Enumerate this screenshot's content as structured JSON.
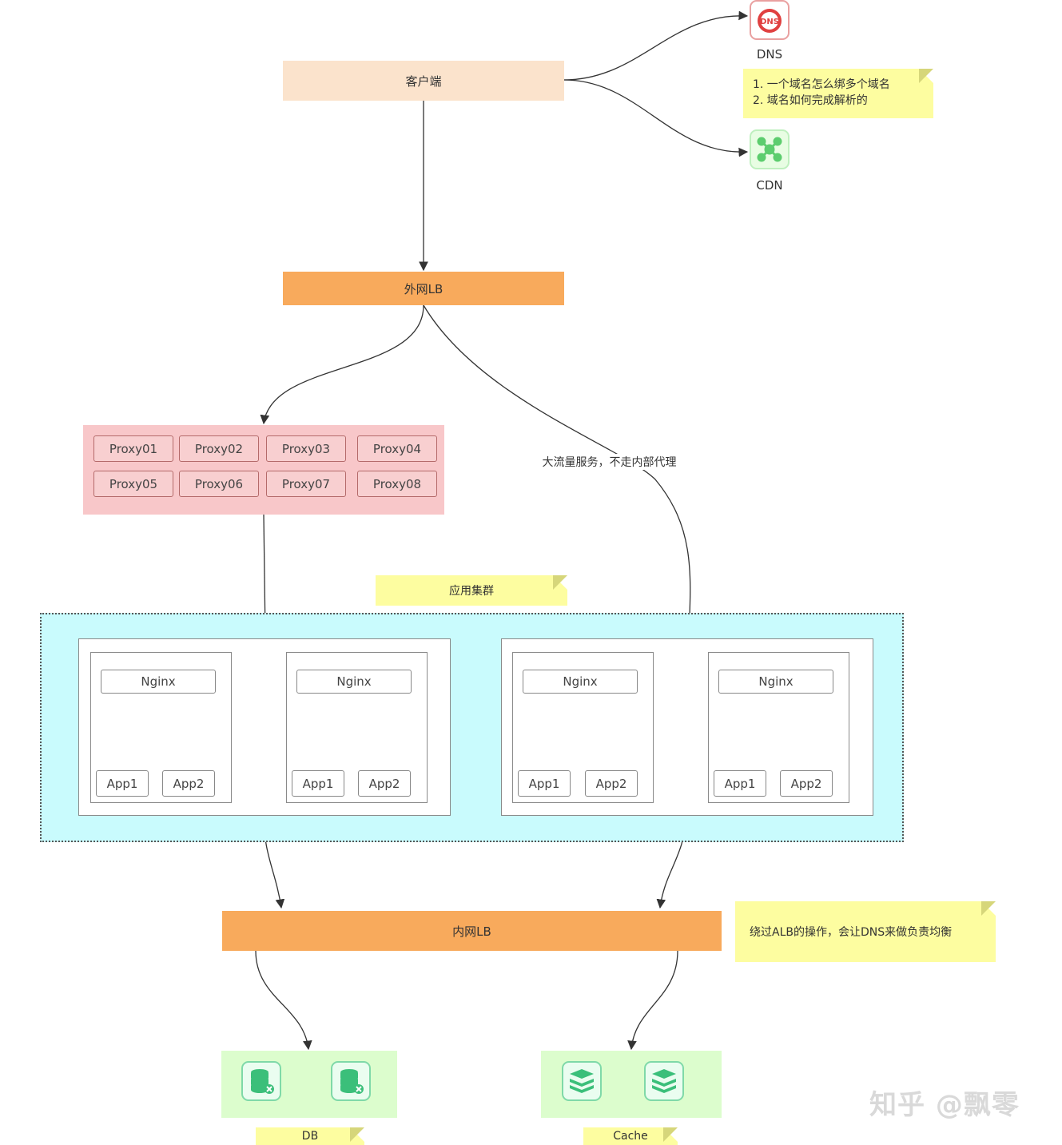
{
  "client": {
    "label": "客户端"
  },
  "external_lb": {
    "label": "外网LB"
  },
  "internal_lb": {
    "label": "内网LB"
  },
  "dns": {
    "label": "DNS",
    "icon": "dns-icon",
    "badge": "DNS"
  },
  "cdn": {
    "label": "CDN",
    "icon": "cdn-icon"
  },
  "notes": {
    "domain": [
      "1. 一个域名怎么绑多个域名",
      "2. 域名如何完成解析的"
    ],
    "cluster": "应用集群",
    "alb": "绕过ALB的操作，会让DNS来做负责均衡",
    "db": "DB",
    "cache": "Cache"
  },
  "edge_label": "大流量服务，不走内部代理",
  "proxies": [
    "Proxy01",
    "Proxy02",
    "Proxy03",
    "Proxy04",
    "Proxy05",
    "Proxy06",
    "Proxy07",
    "Proxy08"
  ],
  "app_nodes": [
    {
      "nginx": "Nginx",
      "apps": [
        "App1",
        "App2"
      ]
    },
    {
      "nginx": "Nginx",
      "apps": [
        "App1",
        "App2"
      ]
    },
    {
      "nginx": "Nginx",
      "apps": [
        "App1",
        "App2"
      ]
    },
    {
      "nginx": "Nginx",
      "apps": [
        "App1",
        "App2"
      ]
    }
  ],
  "db_icons": [
    "database-icon",
    "database-icon"
  ],
  "cache_icons": [
    "cache-stack-icon",
    "cache-stack-icon"
  ],
  "watermark": "知乎 @飘零",
  "colors": {
    "client": "#fbe3cc",
    "lb": "#f8aa5c",
    "proxy_group": "#f8c7c9",
    "cluster": "#c9fbfd",
    "note": "#fdfda0",
    "storage": "#dcfdcd",
    "dns_red": "#e04040",
    "green": "#3bbf7a"
  }
}
